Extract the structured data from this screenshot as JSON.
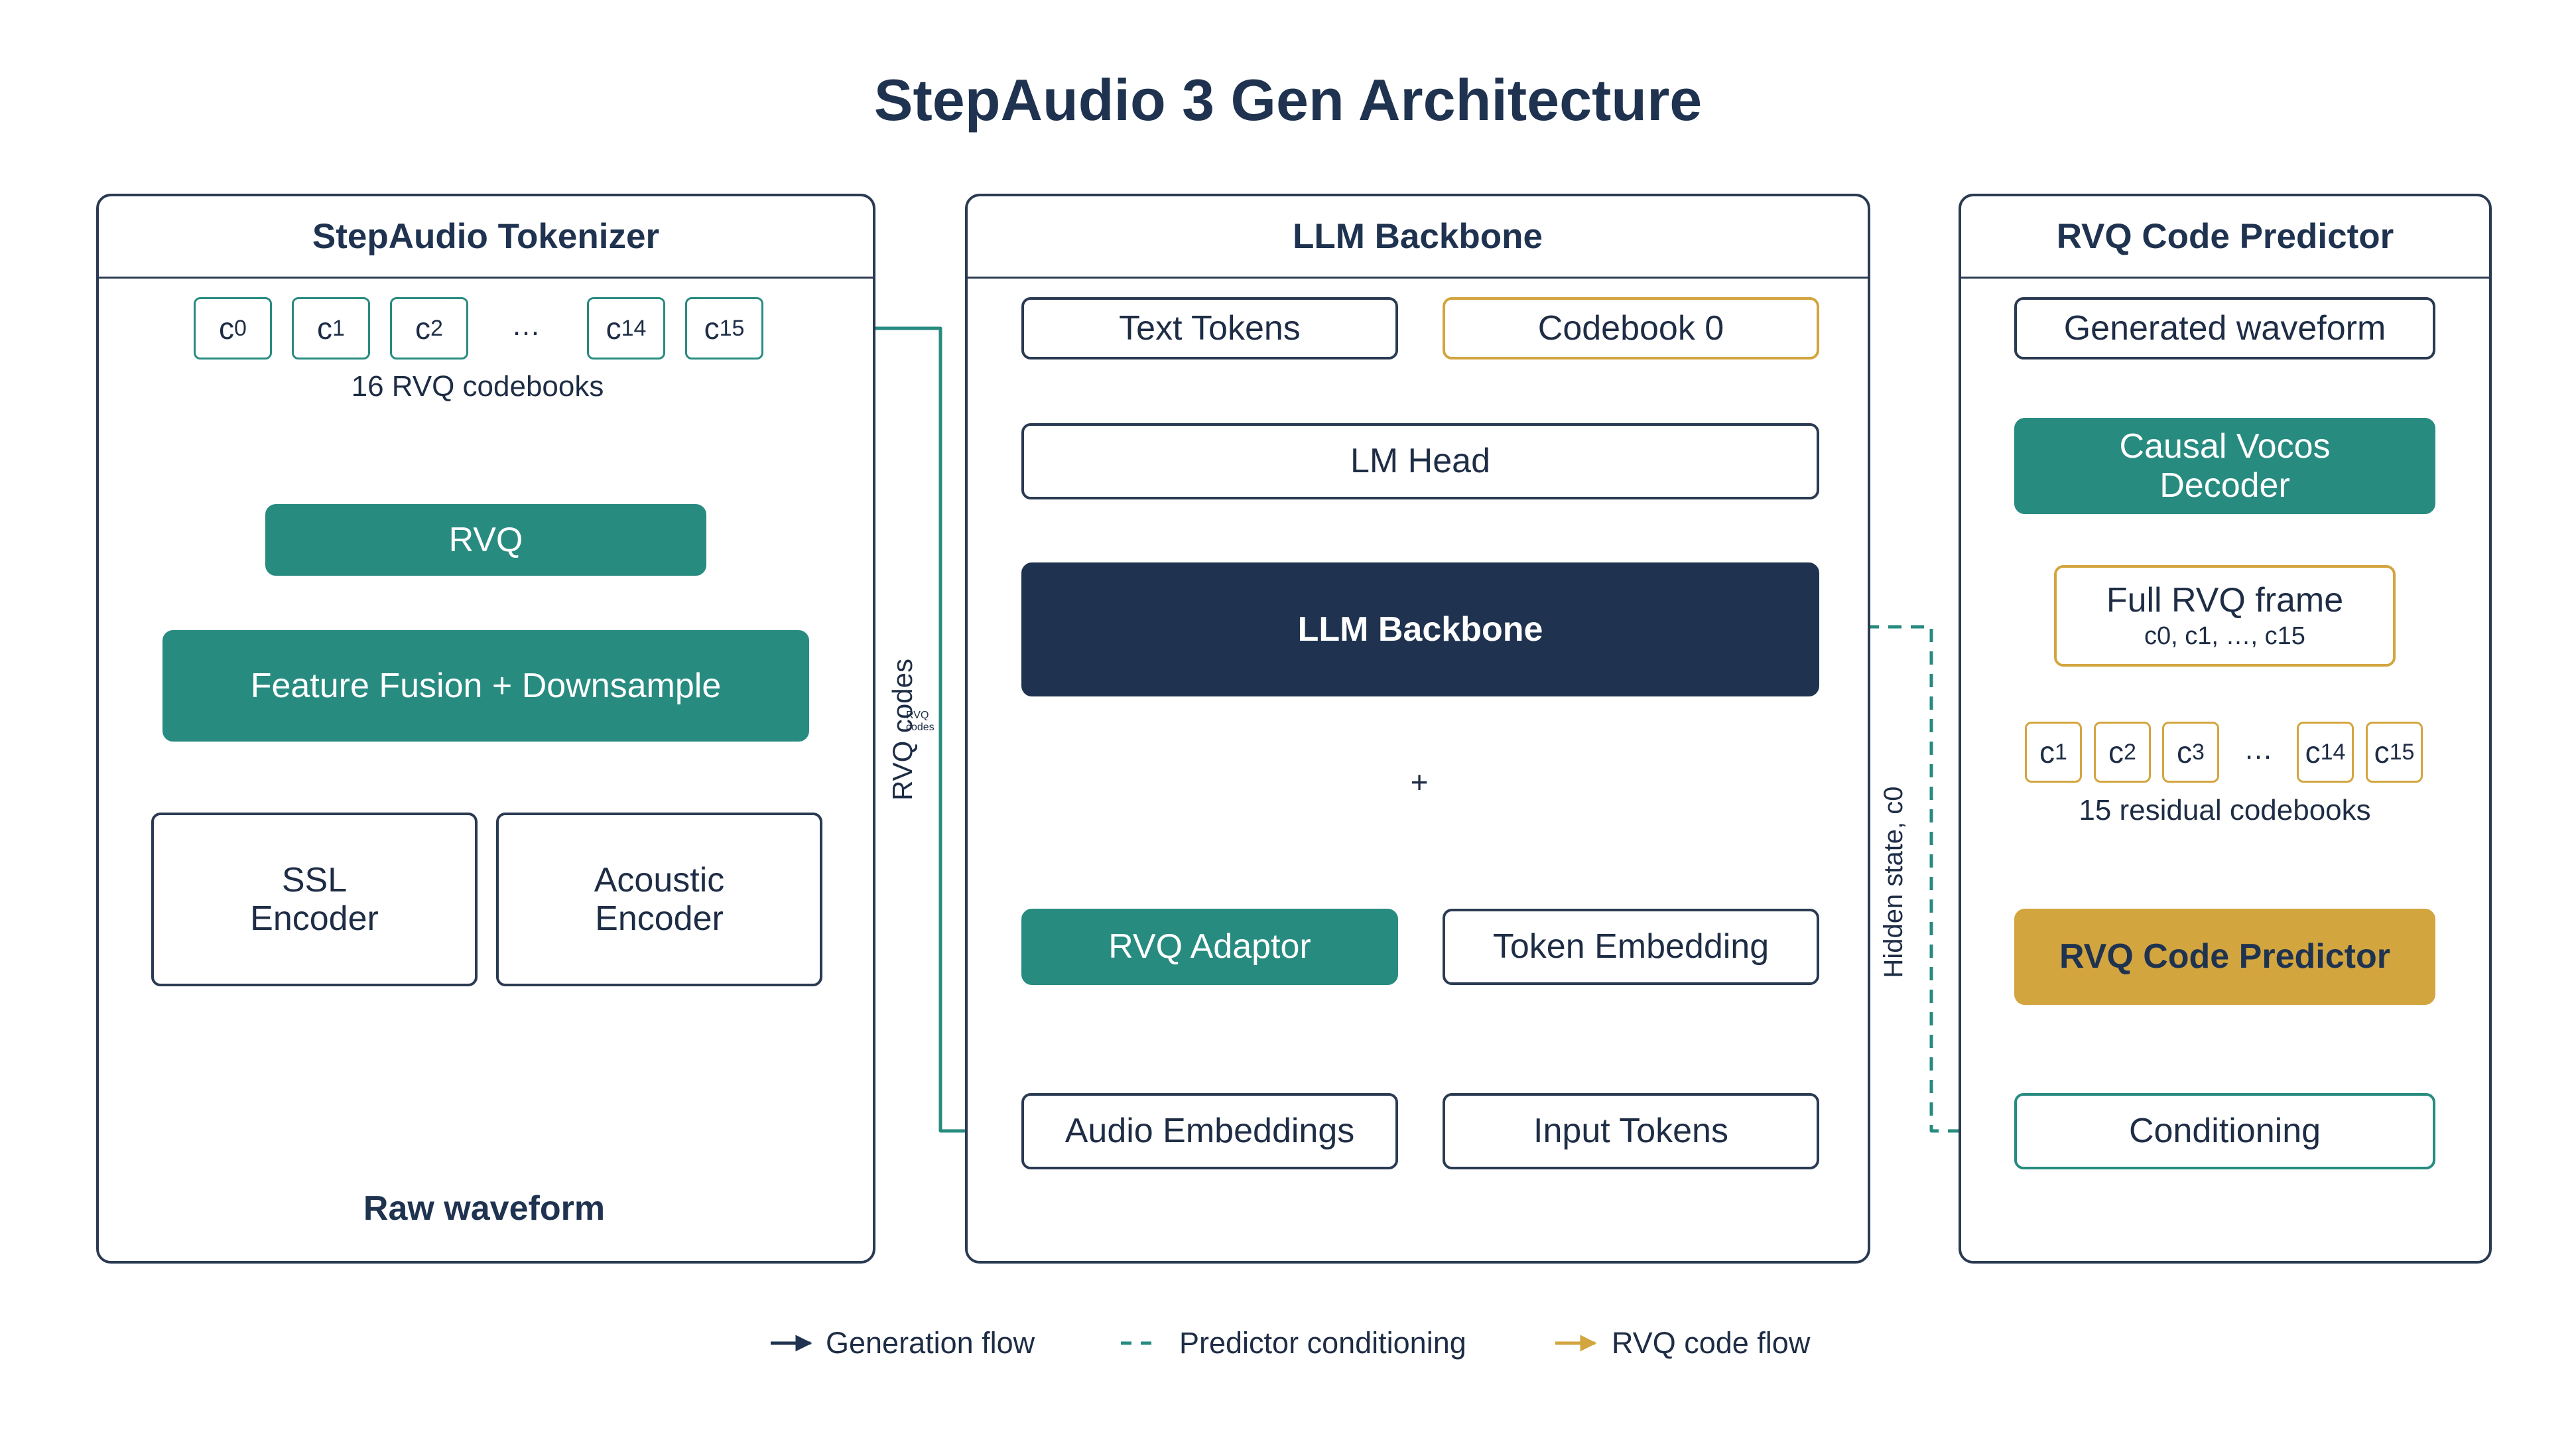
{
  "title": "StepAudio 3 Gen Architecture",
  "tokenizer": {
    "header": "StepAudio Tokenizer",
    "codes": [
      "c",
      "c",
      "c",
      "c",
      "c"
    ],
    "code_subs": [
      "0",
      "1",
      "2",
      "14",
      "15"
    ],
    "ellipsis": "…",
    "codebooks_caption": "16 RVQ codebooks",
    "rvq": "RVQ",
    "fusion": "Feature Fusion + Downsample",
    "ssl_encoder": "SSL\nEncoder",
    "acoustic_encoder": "Acoustic\nEncoder",
    "raw_waveform": "Raw waveform"
  },
  "backbone": {
    "header": "LLM Backbone",
    "text_tokens": "Text Tokens",
    "codebook0": "Codebook 0",
    "lm_head": "LM Head",
    "llm_backbone": "LLM Backbone",
    "plus": "+",
    "rvq_adaptor": "RVQ Adaptor",
    "token_embedding": "Token Embedding",
    "audio_embeddings": "Audio Embeddings",
    "input_tokens": "Input Tokens"
  },
  "predictor": {
    "header": "RVQ Code Predictor",
    "generated_waveform": "Generated waveform",
    "vocos_decoder": "Causal Vocos\nDecoder",
    "full_frame": "Full RVQ frame",
    "full_frame_sub": "c0, c1, …, c15",
    "codes": [
      "c",
      "c",
      "c",
      "c",
      "c"
    ],
    "code_subs": [
      "1",
      "2",
      "3",
      "14",
      "15"
    ],
    "ellipsis": "…",
    "residual_caption": "15 residual codebooks",
    "predictor_box": "RVQ Code Predictor",
    "conditioning": "Conditioning"
  },
  "connectors": {
    "rvq_codes_label": "RVQ codes",
    "hidden_state_label": "Hidden state, c0"
  },
  "legend": {
    "generation_flow": "Generation flow",
    "predictor_conditioning": "Predictor conditioning",
    "rvq_code_flow": "RVQ code flow"
  },
  "colors": {
    "navy": "#1f3350",
    "teal": "#288b80",
    "gold": "#d3a53f"
  }
}
